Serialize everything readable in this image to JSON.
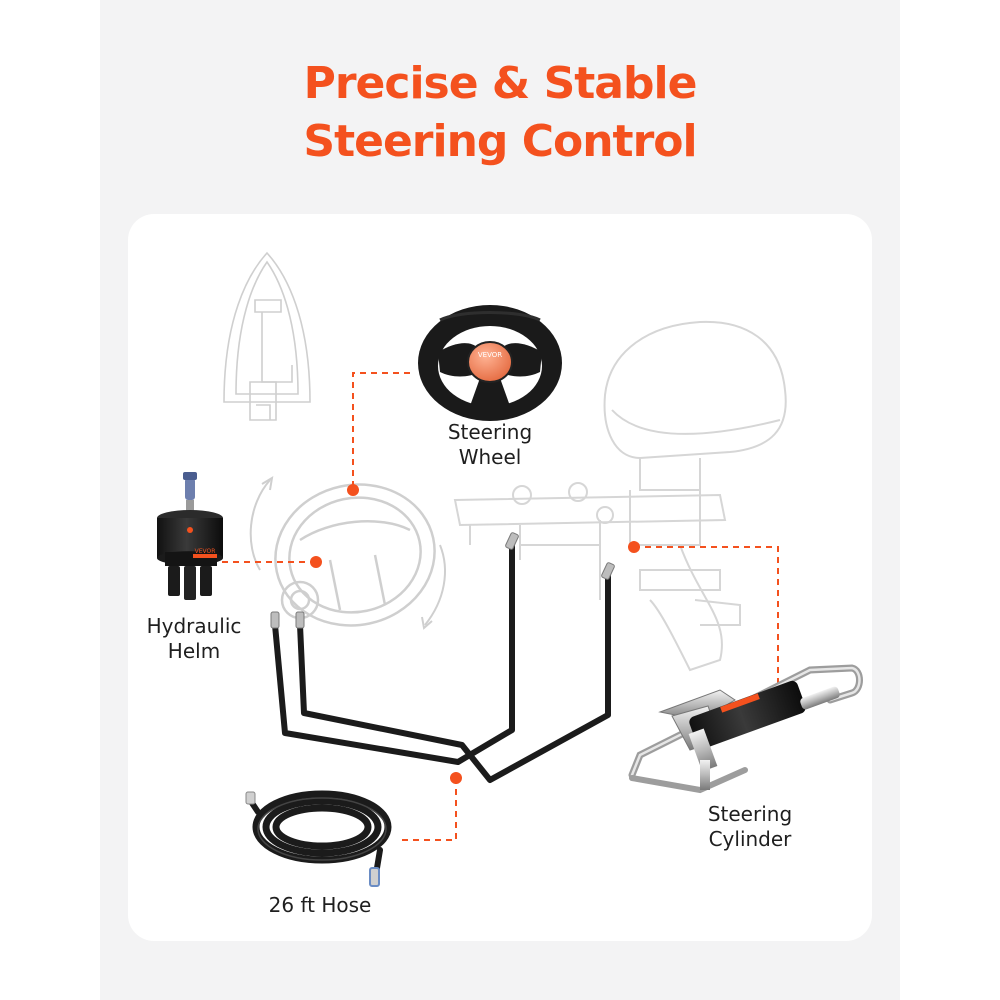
{
  "headline": {
    "line1": "Precise & Stable",
    "line2": "Steering Control"
  },
  "labels": {
    "steering_wheel": [
      "Steering",
      "Wheel"
    ],
    "hydraulic_helm": [
      "Hydraulic",
      "Helm"
    ],
    "steering_cylinder": [
      "Steering",
      "Cylinder"
    ],
    "hose": "26 ft Hose"
  },
  "product_marks": {
    "wheel_logo": "VEVOR",
    "helm_brand": "VEVOR"
  },
  "icons": [
    "boat-outline-icon",
    "outboard-motor-icon",
    "steering-wheel-icon",
    "hydraulic-helm-icon",
    "steering-cylinder-icon",
    "hose-coil-icon"
  ],
  "colors": {
    "accent": "#f4511e",
    "hose": "#1b1b1b",
    "outline": "#d3d3d3"
  }
}
